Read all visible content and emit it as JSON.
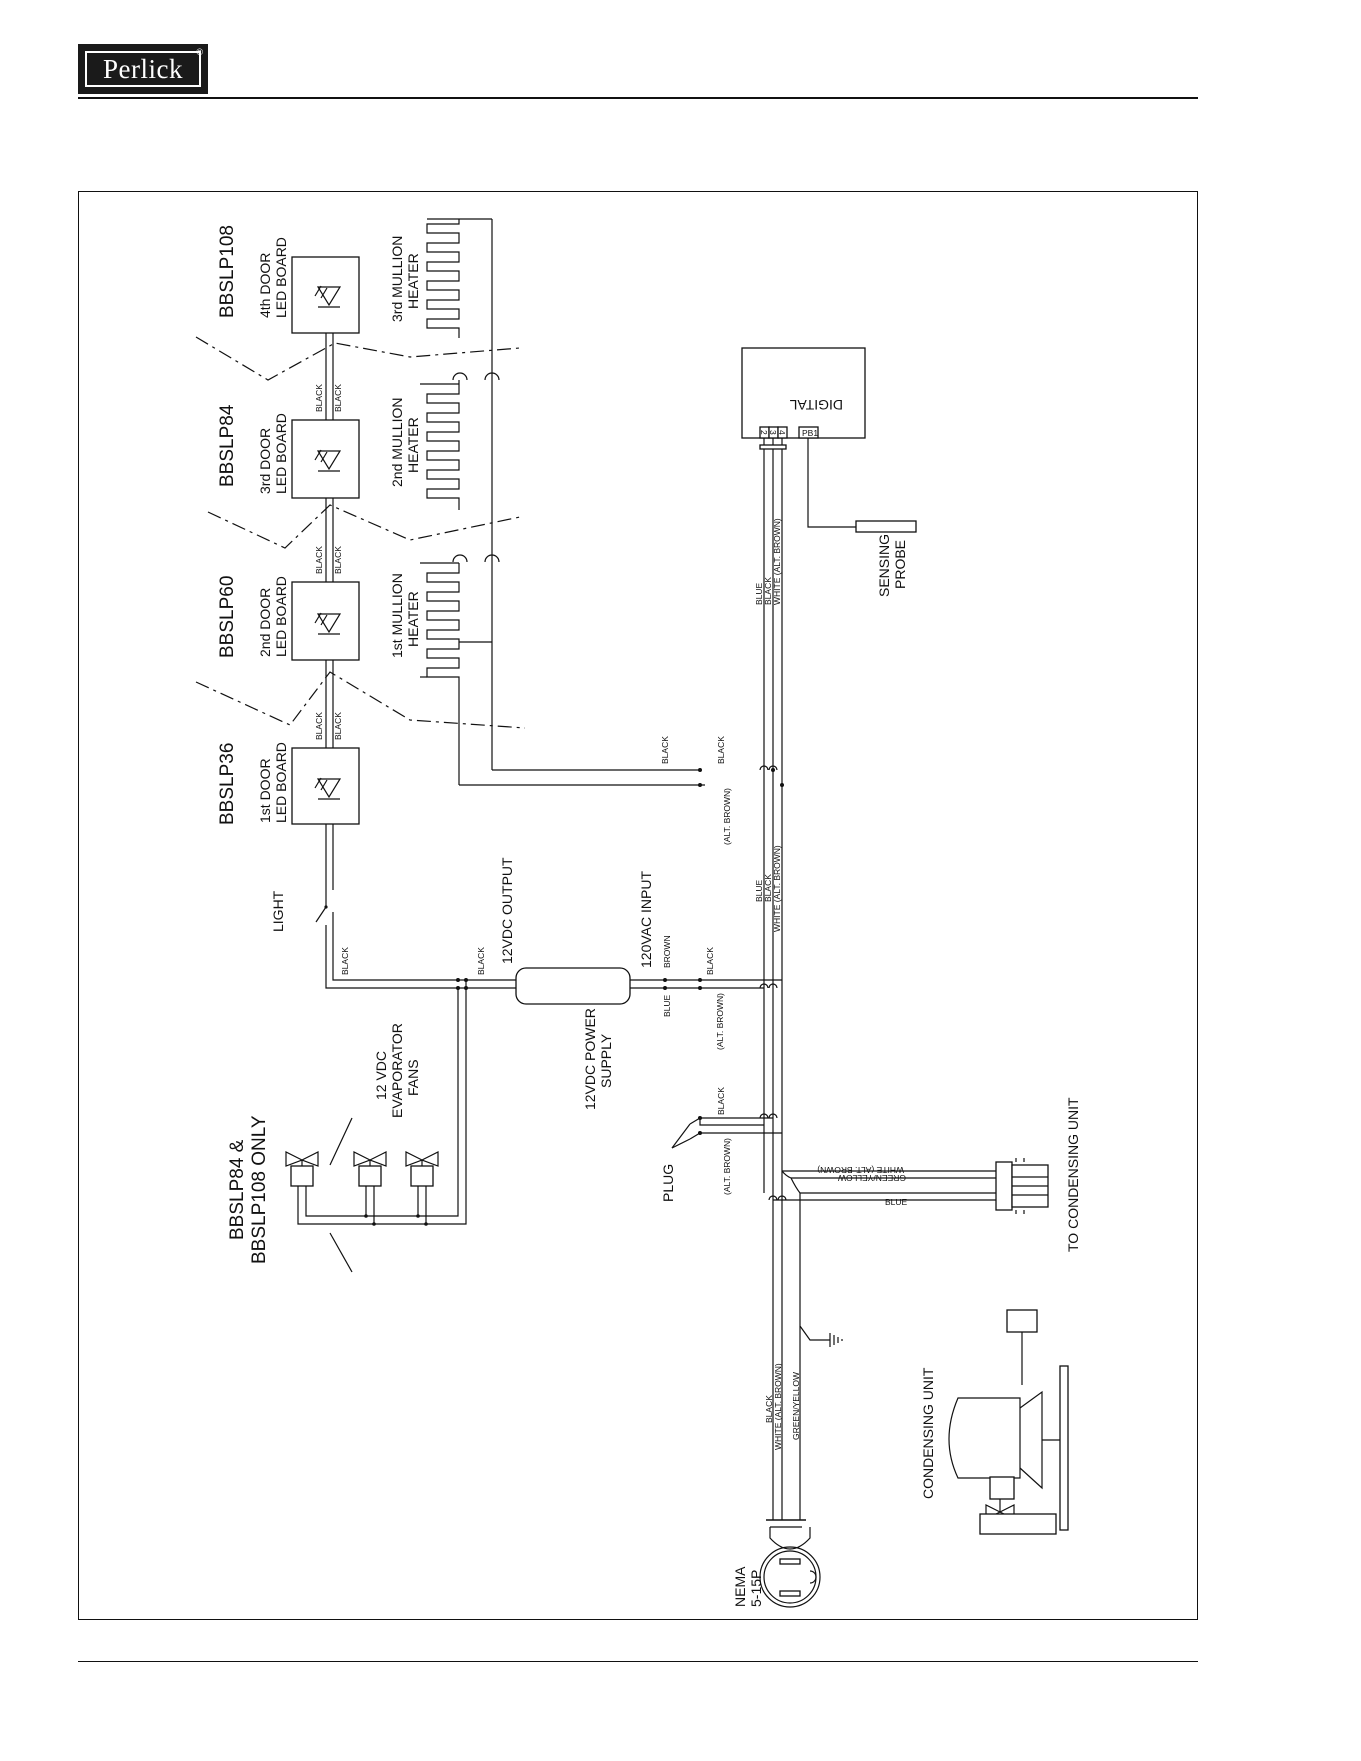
{
  "header": {
    "logo_text": "Perlick",
    "logo_reg": "®"
  },
  "models": [
    "BBSLP36",
    "BBSLP60",
    "BBSLP84",
    "BBSLP108"
  ],
  "led_boards": [
    [
      "1st DOOR",
      "LED BOARD"
    ],
    [
      "2nd DOOR",
      "LED BOARD"
    ],
    [
      "3rd DOOR",
      "LED BOARD"
    ],
    [
      "4th DOOR",
      "LED BOARD"
    ]
  ],
  "heaters": [
    [
      "1st MULLION",
      "HEATER"
    ],
    [
      "2nd MULLION",
      "HEATER"
    ],
    [
      "3rd MULLION",
      "HEATER"
    ]
  ],
  "controller": {
    "label": "DIGITAL",
    "pins": [
      "2",
      "3",
      "4",
      "PB1"
    ]
  },
  "probe": [
    "SENSING",
    "PROBE"
  ],
  "light": "LIGHT",
  "fans_note": [
    "BBSLP84 &",
    "BBSLP108 ONLY"
  ],
  "fans": [
    "12 VDC",
    "EVAPORATOR",
    "FANS"
  ],
  "power_supply": {
    "label": [
      "12VDC POWER",
      "SUPPLY"
    ],
    "output": "12VDC OUTPUT",
    "input": "120VAC INPUT"
  },
  "plug": "PLUG",
  "to_condensing": "TO CONDENSING UNIT",
  "condensing_unit": "CONDENSING UNIT",
  "nema": [
    "NEMA",
    "5-15P"
  ],
  "wires": {
    "black": "BLACK",
    "blue": "BLUE",
    "brown": "BROWN",
    "alt_brown": "(ALT. BROWN)",
    "white_alt_brown": "WHITE (ALT. BROWN)",
    "green_yellow": "GREEN/YELLOW"
  },
  "colors": {
    "ink": "#111111",
    "paper": "#ffffff"
  }
}
